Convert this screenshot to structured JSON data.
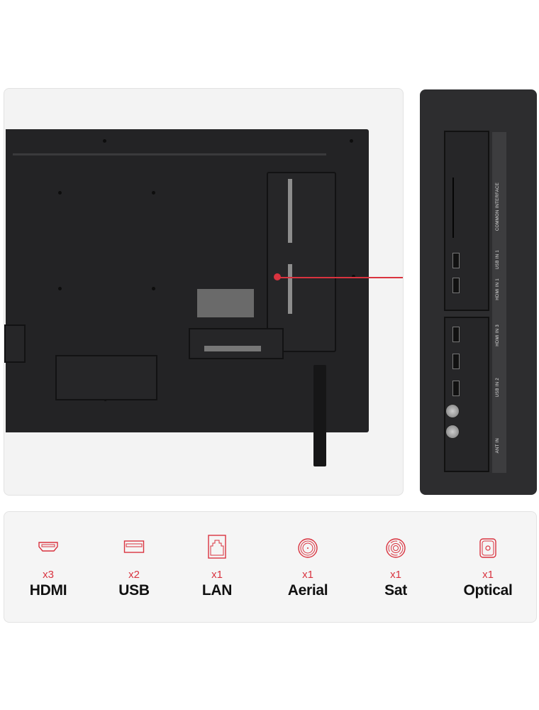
{
  "accent_color": "#d9333f",
  "side_panel": {
    "common_interface_label": "COMMON INTERFACE",
    "hdmi_in_1_label": "HDMI IN 1",
    "usb_in_1_label": "USB IN 1",
    "hdmi_in_3_label": "HDMI IN 3",
    "usb_in_2_label": "USB IN 2",
    "ant_in_label": "ANT IN"
  },
  "connections": [
    {
      "icon": "hdmi-icon",
      "count": "x3",
      "name": "HDMI"
    },
    {
      "icon": "usb-icon",
      "count": "x2",
      "name": "USB"
    },
    {
      "icon": "lan-icon",
      "count": "x1",
      "name": "LAN"
    },
    {
      "icon": "aerial-icon",
      "count": "x1",
      "name": "Aerial"
    },
    {
      "icon": "sat-icon",
      "count": "x1",
      "name": "Sat"
    },
    {
      "icon": "optical-icon",
      "count": "x1",
      "name": "Optical"
    }
  ]
}
